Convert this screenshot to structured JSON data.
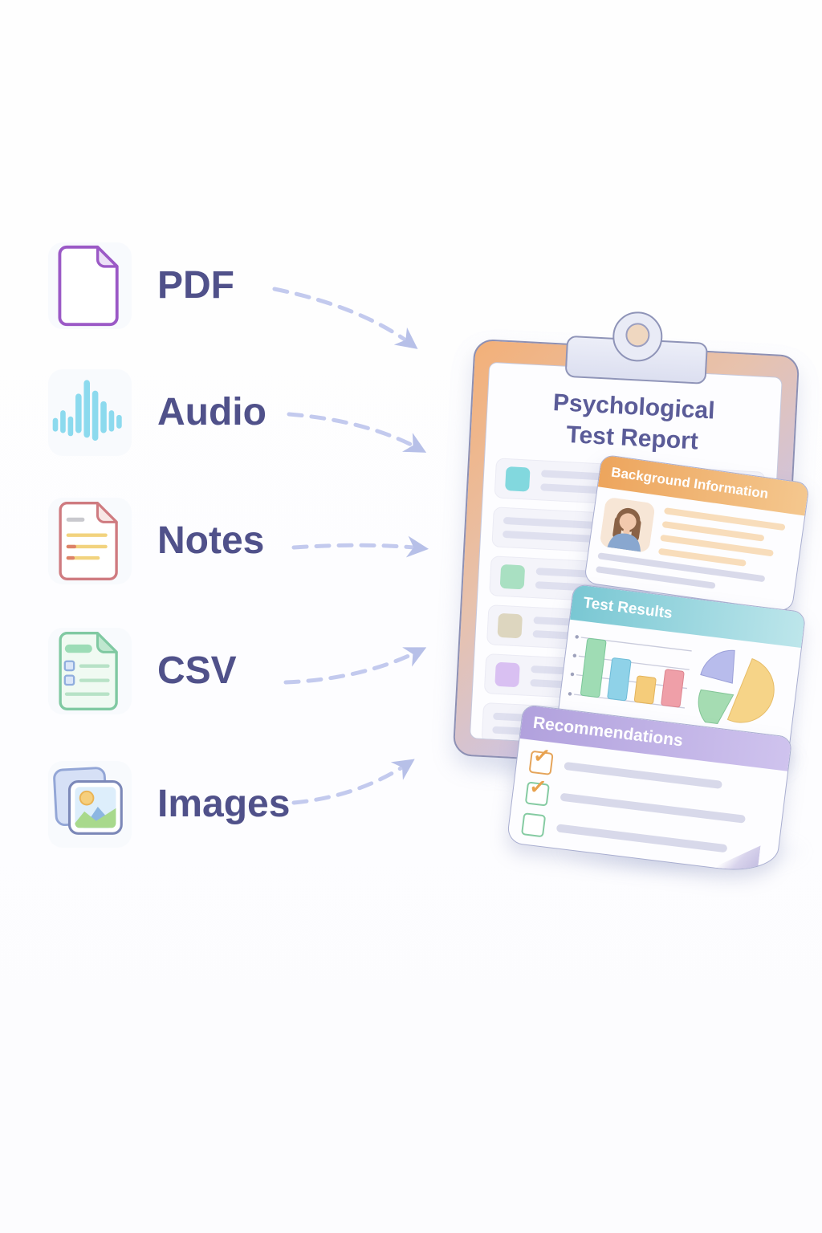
{
  "inputs": [
    {
      "id": "pdf",
      "label": "PDF",
      "icon": "pdf-document-icon",
      "accent": "#9b59c6"
    },
    {
      "id": "audio",
      "label": "Audio",
      "icon": "audio-waveform-icon",
      "accent": "#7fd4ea"
    },
    {
      "id": "notes",
      "label": "Notes",
      "icon": "notes-document-icon",
      "accent": "#cf7b80"
    },
    {
      "id": "csv",
      "label": "CSV",
      "icon": "csv-spreadsheet-icon",
      "accent": "#80c9a2"
    },
    {
      "id": "images",
      "label": "Images",
      "icon": "images-photo-icon",
      "accent": "#8fa8d8"
    }
  ],
  "label_color": "#50518a",
  "arrows": {
    "style": "dashed-curved",
    "color": "#b7c0e8",
    "count": 5
  },
  "clipboard": {
    "title_line1": "Psychological",
    "title_line2": "Test Report",
    "frame_gradient": [
      "#f3b078",
      "#c5c1ea"
    ],
    "row_marker_colors": [
      "#82d8de",
      null,
      "#a9e0c2",
      "#ddd6bf",
      "#d9c0f2",
      null
    ]
  },
  "cards": {
    "background_information": {
      "title": "Background Information",
      "header_gradient": [
        "#eda55d",
        "#f4c78e"
      ],
      "has_avatar": true
    },
    "test_results": {
      "title": "Test Results",
      "header_gradient": [
        "#79c7d3",
        "#bde6eb"
      ]
    },
    "recommendations": {
      "title": "Recommendations",
      "header_gradient": [
        "#b1a1dd",
        "#cfc3ee"
      ],
      "checklist": [
        {
          "checked": true,
          "box_color": "#e5a45a"
        },
        {
          "checked": true,
          "box_color": "#85cba2"
        },
        {
          "checked": false,
          "box_color": "#85cba2"
        }
      ]
    }
  },
  "chart_data": [
    {
      "type": "bar",
      "context": "test-results-card",
      "categories": [
        "bar-1",
        "bar-2",
        "bar-3",
        "bar-4"
      ],
      "values": [
        100,
        70,
        45,
        62
      ],
      "colors": [
        "#9fdcb4",
        "#8fd2e8",
        "#f5cc7a",
        "#ef9fa8"
      ],
      "title": "",
      "xlabel": "",
      "ylabel": "",
      "grid": true,
      "legend": false
    },
    {
      "type": "pie",
      "context": "test-results-card",
      "slices": [
        {
          "label": "segment-yellow",
          "value": 50,
          "color": "#f6d488"
        },
        {
          "label": "segment-periwinkle",
          "value": 27,
          "color": "#b8bcec"
        },
        {
          "label": "segment-green",
          "value": 23,
          "color": "#a5dcb2"
        }
      ],
      "exploded": true,
      "legend": false
    }
  ]
}
